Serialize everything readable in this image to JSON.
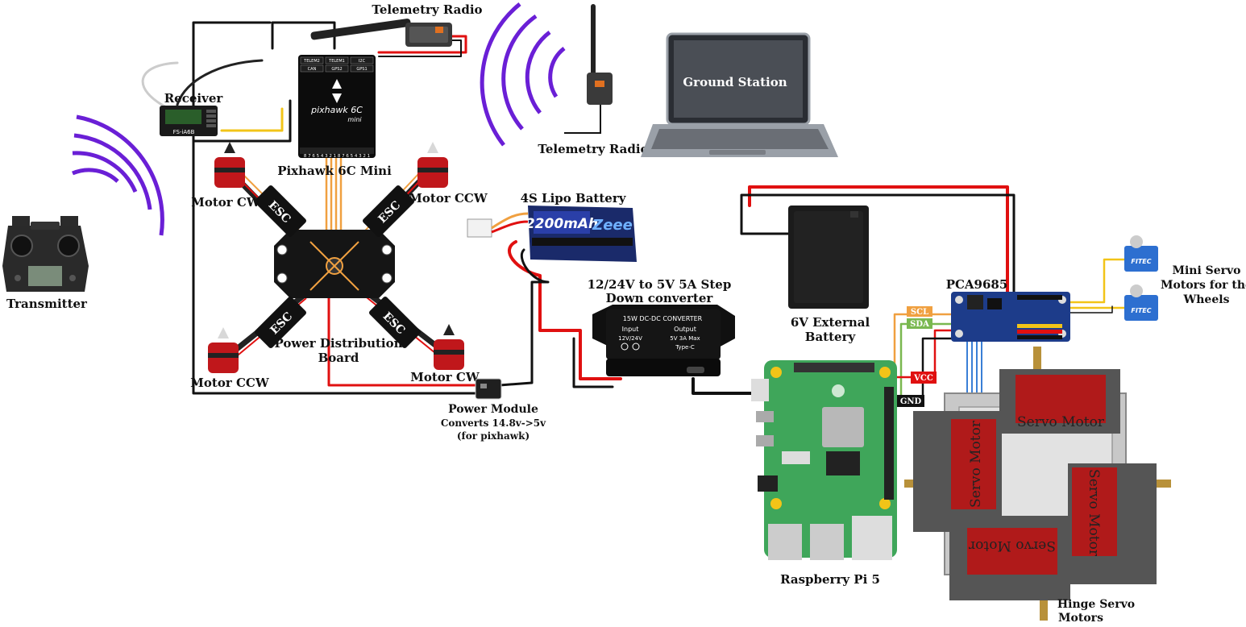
{
  "labels": {
    "telemetry_radio_top": "Telemetry Radio",
    "telemetry_radio_ground": "Telemetry Radio",
    "ground_station": "Ground Station",
    "receiver": "Receiver",
    "receiver_model": "FS-iA6B",
    "pixhawk": "Pixhawk 6C Mini",
    "pixhawk_brand": "pixhawk 6C",
    "pixhawk_sub": "mini",
    "transmitter": "Transmitter",
    "motor_cw_1": "Motor CW",
    "motor_ccw_1": "Motor CCW",
    "motor_ccw_2": "Motor CCW",
    "motor_cw_2": "Motor CW",
    "esc": "ESC",
    "pdb_line1": "Power Distribution",
    "pdb_line2": "Board",
    "lipo": "4S Lipo Battery",
    "lipo_brand": "2200mAh",
    "lipo_brand2": "Zeee",
    "converter_line1": "12/24V to 5V 5A Step",
    "converter_line2": "Down converter",
    "conv_title": "15W DC-DC CONVERTER",
    "conv_input": "Input",
    "conv_output": "Output",
    "conv_in_v": "12V/24V",
    "conv_out_v": "5V 3A Max",
    "conv_typec": "Type-C",
    "power_module": "Power Module",
    "power_module_l2": "Converts 14.8v->5v",
    "power_module_l3": "(for pixhawk)",
    "ext_battery_line1": "6V External",
    "ext_battery_line2": "Battery",
    "pca": "PCA9685",
    "scl": "SCL",
    "sda": "SDA",
    "vcc": "VCC",
    "gnd": "GND",
    "mini_servo_l1": "Mini Servo",
    "mini_servo_l2": "Motors for the",
    "mini_servo_l3": "Wheels",
    "servo_brand": "FITEC",
    "raspberry": "Raspberry Pi 5",
    "servo_motor": "Servo Motor",
    "hinge_l1": "Hinge Servo",
    "hinge_l2": "Motors",
    "pixhawk_ports": [
      "TELEM2",
      "TELEM1",
      "I2C",
      "CAN",
      "GPS2",
      "GPS1"
    ],
    "pixhawk_pins": "8 7 6 5 4 3 2 1 8 7 6 5 4 3 2 1"
  },
  "colors": {
    "signal": "#6a1fd6",
    "wire_red": "#e01010",
    "wire_black": "#111111",
    "wire_orange": "#f0a040",
    "wire_yellow": "#f2c418",
    "wire_blue": "#3a7fd6",
    "wire_green": "#7ab850",
    "pi_green": "#3fa65a",
    "servo_red": "#b01a1a",
    "servo_frame": "#c8c8c8"
  }
}
